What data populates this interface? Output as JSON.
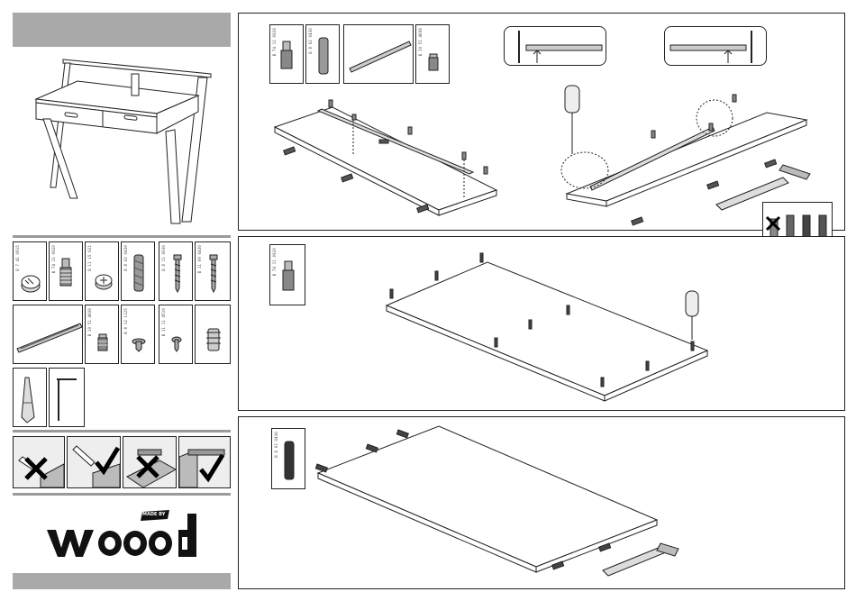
{
  "sidebar": {
    "hardware_row1": [
      {
        "id": "cam-lock",
        "code": "B 7 41 0915",
        "icon": "cam-lock-icon"
      },
      {
        "id": "cam-bolt",
        "code": "B 74 11 0920",
        "icon": "cam-bolt-icon"
      },
      {
        "id": "cam-lock-small",
        "code": "B 11 15 021",
        "icon": "cam-lock-small-icon"
      },
      {
        "id": "wood-dowel",
        "code": "B 8 02 0430",
        "icon": "wood-dowel-icon"
      },
      {
        "id": "screw-long",
        "code": "B 8 11 0030",
        "icon": "screw-long-icon"
      },
      {
        "id": "screw-long-2",
        "code": "B 11 09 0430",
        "icon": "screw-long-2-icon"
      }
    ],
    "hardware_row2": [
      {
        "id": "drawer-rail",
        "code": "",
        "icon": "drawer-rail-icon"
      },
      {
        "id": "euro-screw",
        "code": "B 19 51 4608",
        "icon": "euro-screw-icon"
      },
      {
        "id": "flat-screw",
        "code": "B 8 12 1125",
        "icon": "flat-screw-icon"
      },
      {
        "id": "short-screw",
        "code": "B 11 11 4510",
        "icon": "short-screw-icon"
      },
      {
        "id": "plastic-plug",
        "code": "",
        "icon": "plastic-plug-icon"
      }
    ],
    "hardware_row3": [
      {
        "id": "glue-bottle",
        "code": "",
        "icon": "glue-bottle-icon"
      },
      {
        "id": "allen-key",
        "code": "",
        "icon": "allen-key-icon"
      }
    ],
    "logo": {
      "badge": "MADE BY",
      "word": "woood"
    }
  },
  "step1": {
    "parts": [
      {
        "id": "cam-bolt",
        "code": "B 74 11 0920"
      },
      {
        "id": "wood-dowel",
        "code": "B 8 02 0430"
      },
      {
        "id": "drawer-rail",
        "code": ""
      },
      {
        "id": "euro-screw",
        "code": "B 19 51 4608"
      }
    ]
  },
  "step2": {
    "parts": [
      {
        "id": "cam-bolt",
        "code": "B 74 11 0920"
      }
    ]
  },
  "step3": {
    "parts": [
      {
        "id": "wood-dowel",
        "code": "B 8 02 0430"
      }
    ]
  },
  "colors": {
    "grey_bar": "#a9a9a9",
    "line": "#222222",
    "panel_border": "#222222"
  }
}
